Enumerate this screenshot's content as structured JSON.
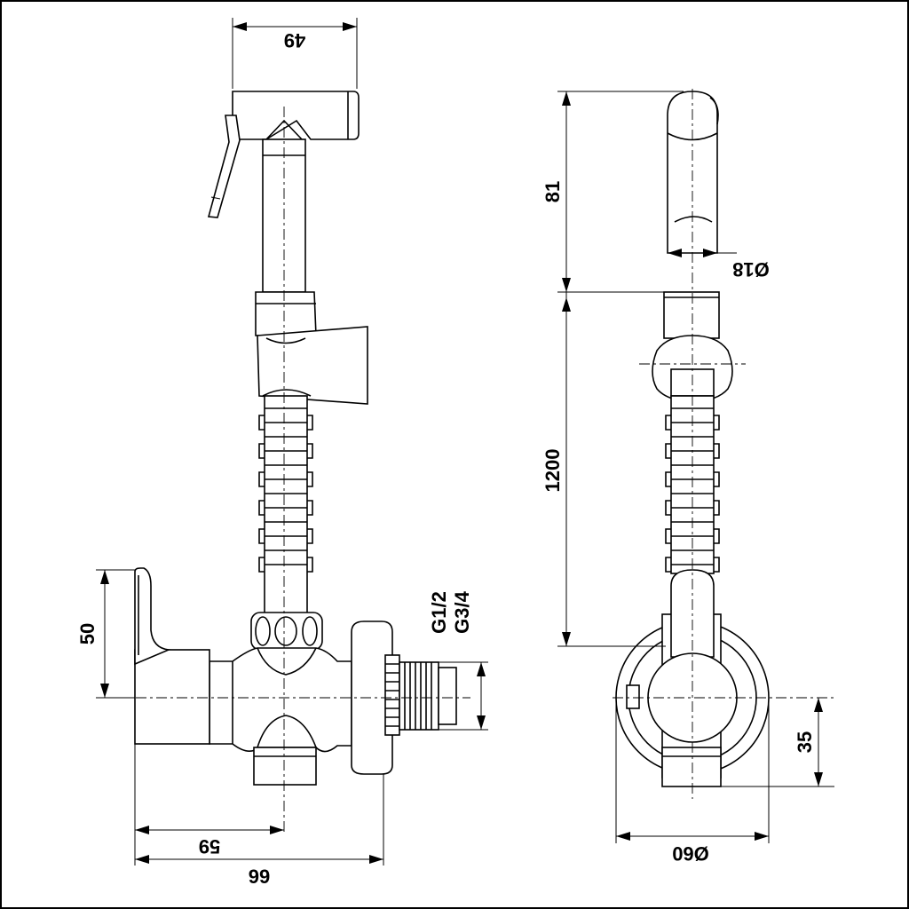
{
  "dimensions": {
    "head_width": "49",
    "head_length": "81",
    "hose_diameter": "Ø18",
    "hose_length": "1200",
    "handle_height": "50",
    "thread_large": "G3/4",
    "thread_small": "G1/2",
    "outlet_offset": "59",
    "total_depth": "99",
    "base_height": "35",
    "base_diameter": "Ø60"
  }
}
